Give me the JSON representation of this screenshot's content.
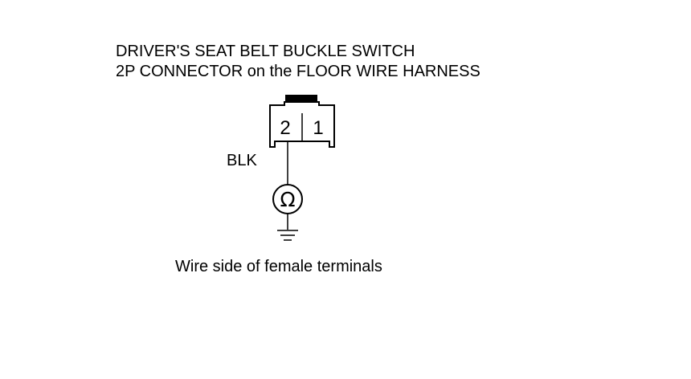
{
  "diagram": {
    "title_line1": "DRIVER'S SEAT BELT BUCKLE SWITCH",
    "title_line2": "2P CONNECTOR on the FLOOR WIRE HARNESS",
    "pins": [
      "2",
      "1"
    ],
    "wire_color": "BLK",
    "meter_symbol": "Ω",
    "caption": "Wire side of female terminals"
  },
  "icons": [
    "connector-icon",
    "ohmmeter-icon",
    "ground-icon"
  ],
  "colors": {
    "line": "#000000",
    "background": "#ffffff"
  }
}
